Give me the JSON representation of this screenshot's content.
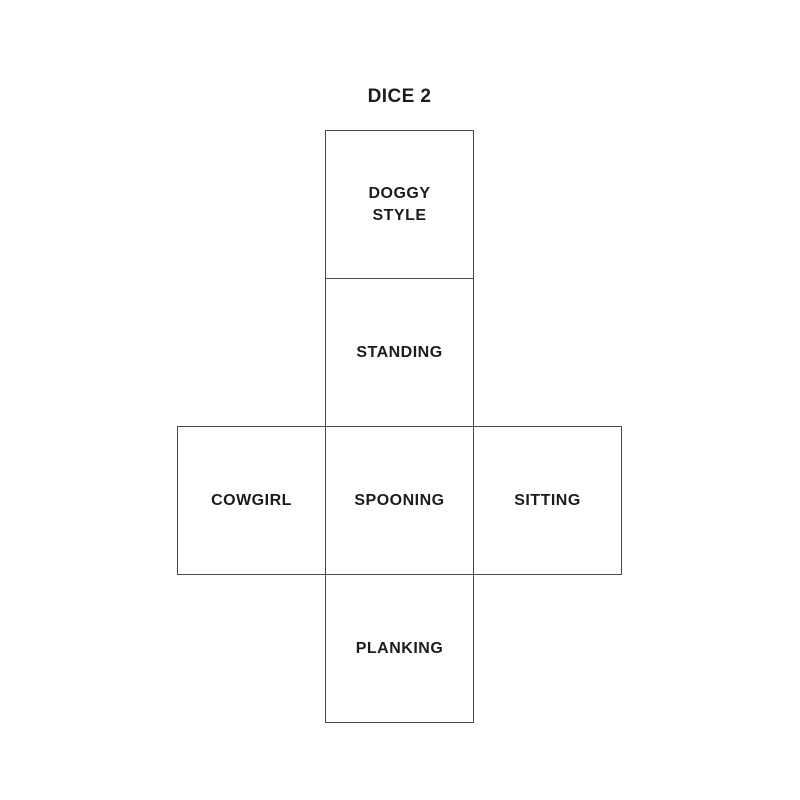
{
  "page": {
    "background_color": "#ffffff",
    "border_color": "#4a4a4a",
    "text_color": "#1c1c1c"
  },
  "title": "DICE 2",
  "dice_net": {
    "faces": [
      {
        "label": "DOGGY\nSTYLE",
        "row": 0,
        "col": 1
      },
      {
        "label": "STANDING",
        "row": 1,
        "col": 1
      },
      {
        "label": "COWGIRL",
        "row": 2,
        "col": 0
      },
      {
        "label": "SPOONING",
        "row": 2,
        "col": 1
      },
      {
        "label": "SITTING",
        "row": 2,
        "col": 2
      },
      {
        "label": "PLANKING",
        "row": 3,
        "col": 1
      }
    ]
  }
}
